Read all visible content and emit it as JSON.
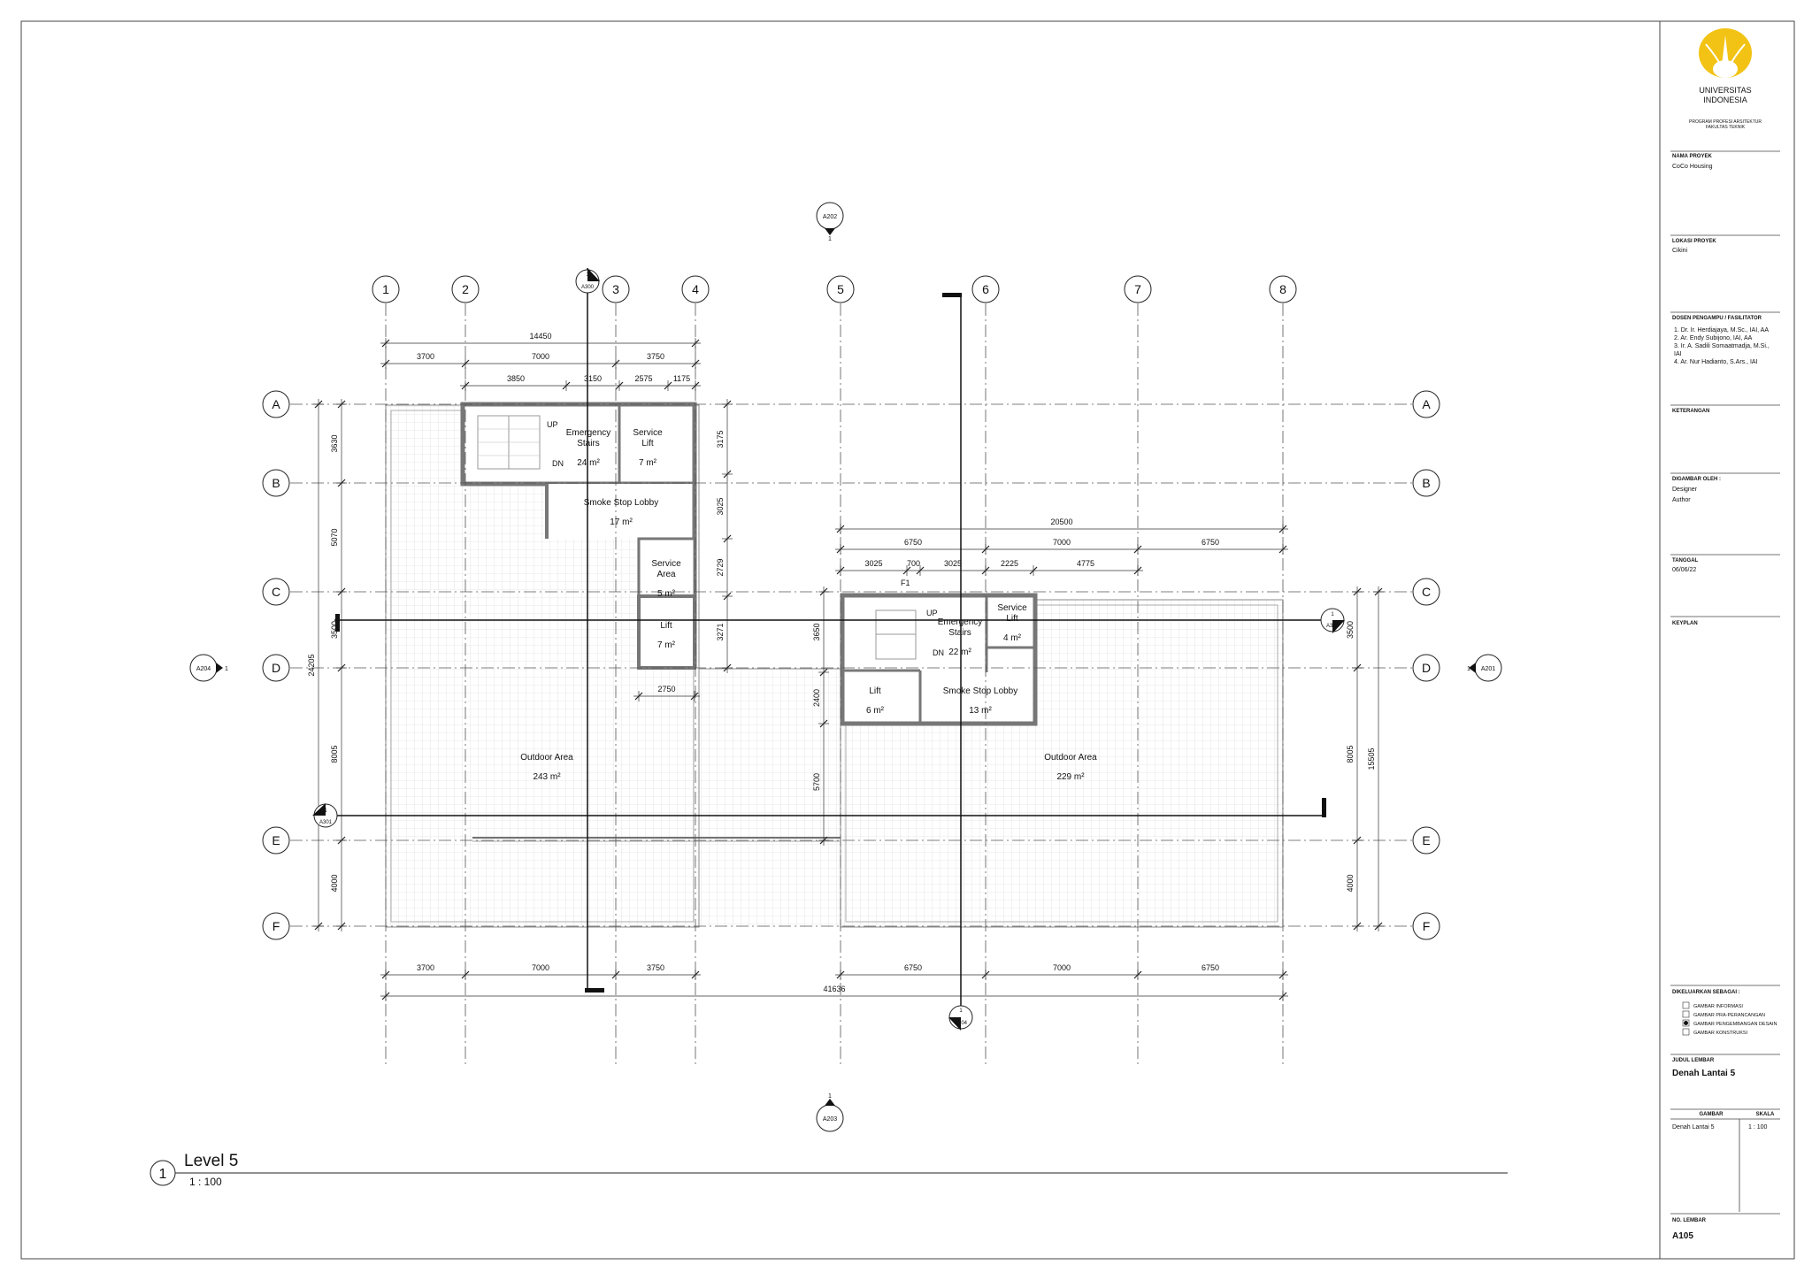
{
  "grid": {
    "columns": [
      "1",
      "2",
      "3",
      "4",
      "5",
      "6",
      "7",
      "8"
    ],
    "rows": [
      "A",
      "B",
      "C",
      "D",
      "E",
      "F"
    ]
  },
  "dimensions": {
    "top_overall_left": "14450",
    "top_left": [
      "3700",
      "7000",
      "3750"
    ],
    "top_core": [
      "3850",
      "3150",
      "2575",
      "1175"
    ],
    "right_top_overall": "20500",
    "right_top": [
      "6750",
      "7000",
      "6750"
    ],
    "right_core": [
      "3025",
      "700",
      "3025",
      "2225",
      "4775"
    ],
    "bottom_left": [
      "3700",
      "7000",
      "3750"
    ],
    "bottom_right": [
      "6750",
      "7000",
      "6750"
    ],
    "bottom_overall": "41636",
    "left_vertical": [
      "3630",
      "5070",
      "3500",
      "8005",
      "4000"
    ],
    "left_overall": "24205",
    "core1_right": [
      "3175",
      "3025",
      "2729",
      "3271"
    ],
    "core1_bottom": "2750",
    "core2_left": [
      "3650",
      "2400",
      "5700"
    ],
    "right_vertical": [
      "3500",
      "8005",
      "4000"
    ],
    "right_overall": "15505"
  },
  "rooms": [
    {
      "name": "Emergency\nStairs",
      "area": "24 m²"
    },
    {
      "name": "Service\nLift",
      "area": "7 m²"
    },
    {
      "name": "Smoke Stop Lobby",
      "area": "17 m²"
    },
    {
      "name": "Service\nArea",
      "area": "5 m²"
    },
    {
      "name": "Lift",
      "area": "7 m²"
    },
    {
      "name": "Outdoor Area",
      "area": "243 m²"
    },
    {
      "name": "Emergency\nStairs",
      "area": "22 m²"
    },
    {
      "name": "Service\nLift",
      "area": "4 m²"
    },
    {
      "name": "Lift",
      "area": "6 m²"
    },
    {
      "name": "Smoke Stop Lobby",
      "area": "13 m²"
    },
    {
      "name": "Outdoor Area",
      "area": "229 m²"
    }
  ],
  "stair_labels": {
    "up": "UP",
    "dn": "DN",
    "f1": "F1"
  },
  "section_tags": {
    "a202": {
      "ref": "A202",
      "num": "1"
    },
    "a203": {
      "ref": "A203",
      "num": "1"
    },
    "a204": {
      "ref": "A204",
      "num": "1"
    },
    "a201": {
      "ref": "A201",
      "num": "1"
    },
    "a300": {
      "ref": "A300",
      "num": "1"
    },
    "a304": {
      "ref": "A304",
      "num": "1"
    },
    "a301": {
      "ref": "A301",
      "num": "1"
    },
    "a302": {
      "ref": "A302",
      "num": "1"
    }
  },
  "view": {
    "number": "1",
    "title": "Level 5",
    "scale": "1 : 100"
  },
  "title_block": {
    "logo_line1": "UNIVERSITAS",
    "logo_line2": "INDONESIA",
    "program_line1": "PROGRAM PROFESI ARSITEKTUR",
    "program_line2": "FAKULTAS TEKNIK",
    "project_name_label": "NAMA PROYEK",
    "project_name": "CoCo Housing",
    "location_label": "LOKASI PROYEK",
    "location": "Cikini",
    "lecturers_label": "DOSEN PENGAMPU / FASILITATOR",
    "lecturers": [
      "1. Dr. Ir. Herdiajaya, M.Sc., IAI, AA",
      "2. Ar. Endy Subijono, IAI, AA",
      "3. Ir. A. Sadili Somaatmadja, M.Si.,",
      "    IAI",
      "4. Ar. Nur Hadianto, S.Ars., IAI"
    ],
    "notes_label": "KETERANGAN",
    "drawn_by_label": "DIGAMBAR OLEH :",
    "drawn_by": [
      "Designer",
      "Author"
    ],
    "date_label": "TANGGAL",
    "date": "06/06/22",
    "keyplan_label": "KEYPLAN",
    "issued_label": "DIKELUARKAN SEBAGAI :",
    "issued_options": [
      "GAMBAR INFORMASI",
      "GAMBAR PRA-PERANCANGAN",
      "GAMBAR PENGEMBANGAN DESAIN",
      "GAMBAR KONSTRUKSI"
    ],
    "issued_selected_index": 2,
    "sheet_title_label": "JUDUL LEMBAR",
    "sheet_title": "Denah Lantai 5",
    "drawing_col": "GAMBAR",
    "scale_col": "SKALA",
    "drawing_name": "Denah Lantai 5",
    "drawing_scale": "1 : 100",
    "sheet_no_label": "NO. LEMBAR",
    "sheet_no": "A105"
  },
  "colors": {
    "line": "#222222",
    "grid": "#555555",
    "hatch": "#d9d9d9",
    "wall": "#777777",
    "logo": "#f2c314"
  }
}
